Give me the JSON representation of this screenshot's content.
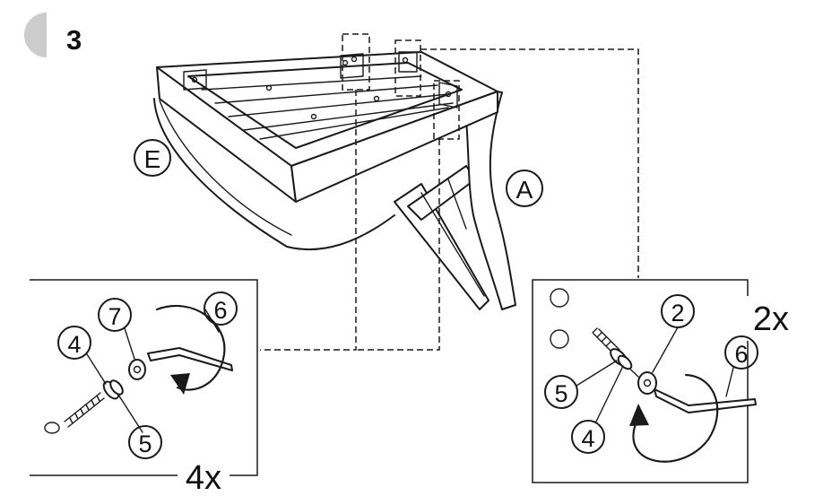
{
  "step": {
    "number": "3"
  },
  "parts": {
    "seat": "E",
    "leg_frame": "A"
  },
  "detail_left": {
    "quantity": "4x",
    "callouts": [
      "7",
      "6",
      "4",
      "5"
    ]
  },
  "detail_right": {
    "quantity": "2x",
    "callouts": [
      "2",
      "6",
      "5",
      "4"
    ]
  },
  "colors": {
    "line": "#1a1a1a",
    "step_badge": "#cccccc",
    "background": "#ffffff"
  },
  "icons": [
    "allen-key-icon",
    "rotate-arrow-icon",
    "bolt-icon",
    "washer-icon",
    "barrel-nut-icon",
    "dowel-hole-icon"
  ]
}
